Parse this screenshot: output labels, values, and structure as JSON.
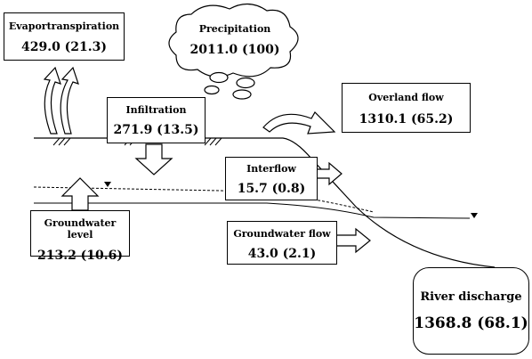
{
  "nodes": {
    "evapotranspiration": {
      "label": "Evaportranspiration",
      "value": "429.0 (21.3)"
    },
    "precipitation": {
      "label": "Precipitation",
      "value": "2011.0 (100)"
    },
    "infiltration": {
      "label": "Infiltration",
      "value": "271.9 (13.5)"
    },
    "overland_flow": {
      "label": "Overland flow",
      "value": "1310.1 (65.2)"
    },
    "interflow": {
      "label": "Interflow",
      "value": "15.7 (0.8)"
    },
    "groundwater_level": {
      "label": "Groundwater level",
      "value": "213.2 (10.6)"
    },
    "groundwater_flow": {
      "label": "Groundwater flow",
      "value": "43.0 (2.1)"
    },
    "river_discharge": {
      "label": "River discharge",
      "value": "1368.8 (68.1)"
    }
  }
}
